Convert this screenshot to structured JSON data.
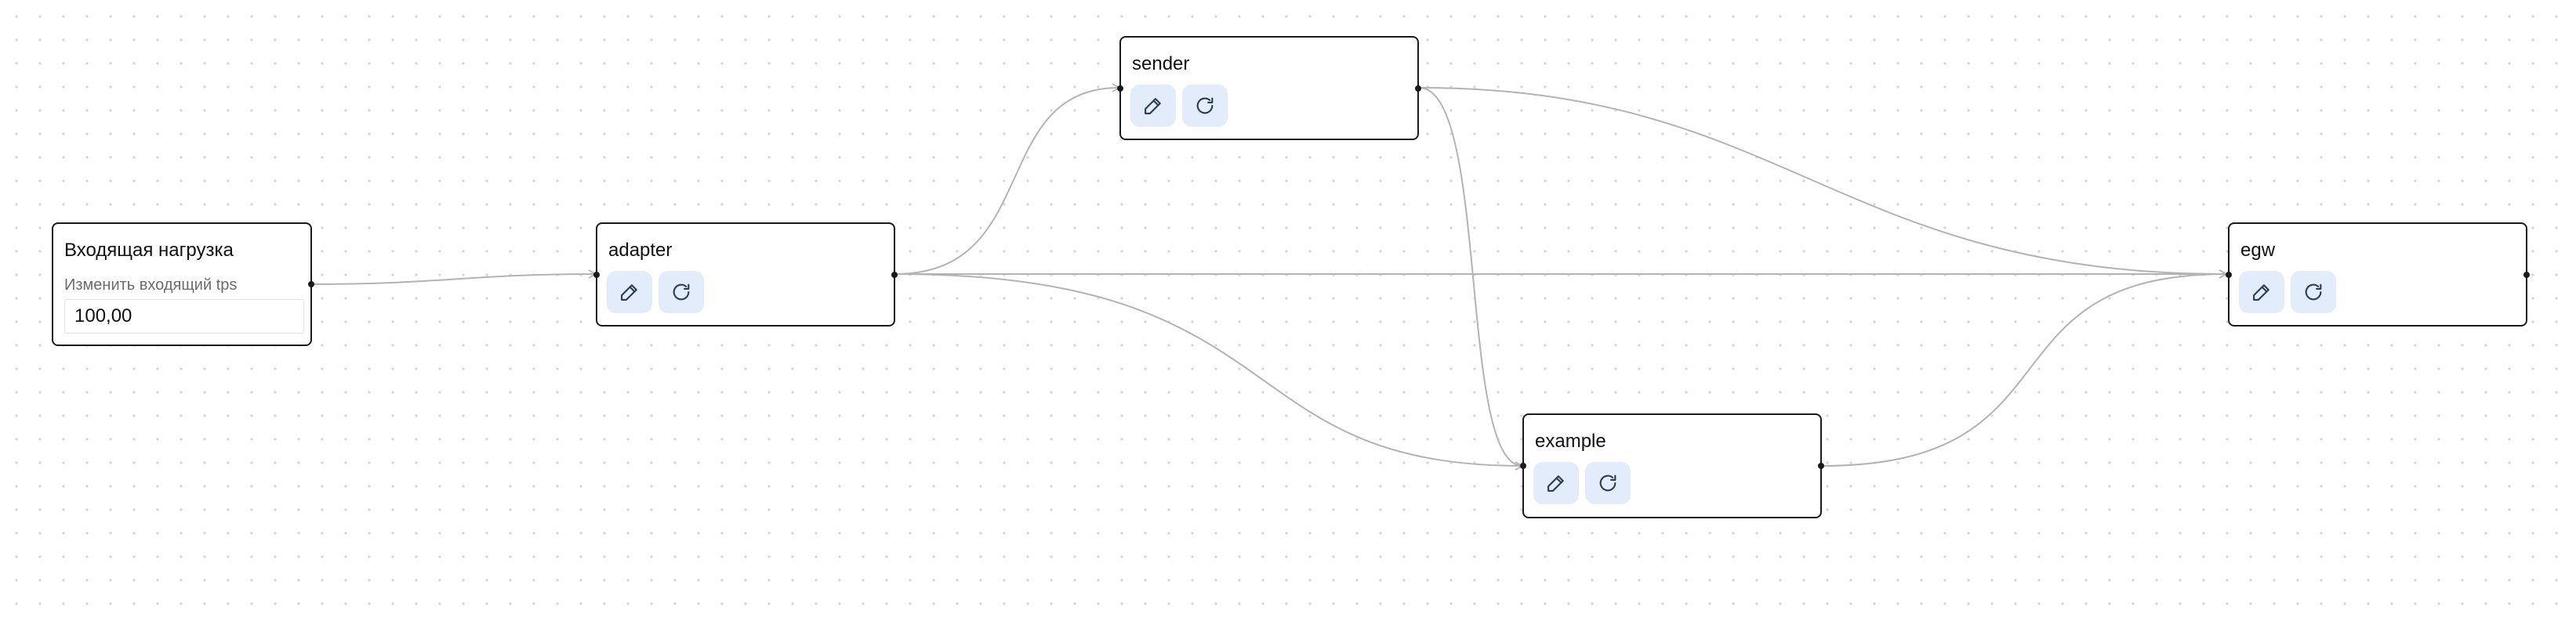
{
  "flow": {
    "load_node": {
      "title": "Входящая нагрузка",
      "input_label": "Изменить входящий tps",
      "tps_value": "100,00"
    },
    "nodes": {
      "adapter": {
        "title": "adapter"
      },
      "sender": {
        "title": "sender"
      },
      "example": {
        "title": "example"
      },
      "egw": {
        "title": "egw"
      }
    },
    "actions": {
      "edit_icon": "pencil-icon",
      "refresh_icon": "refresh-icon"
    },
    "edges": [
      {
        "from": "Входящая нагрузка",
        "to": "adapter"
      },
      {
        "from": "adapter",
        "to": "sender"
      },
      {
        "from": "adapter",
        "to": "egw"
      },
      {
        "from": "adapter",
        "to": "example"
      },
      {
        "from": "sender",
        "to": "egw"
      },
      {
        "from": "sender",
        "to": "example"
      },
      {
        "from": "example",
        "to": "egw"
      }
    ],
    "colors": {
      "edge": "#b3b3b3",
      "node_border": "#1a1a1a",
      "action_bg": "#e3ecfa",
      "action_icon": "#2b3a55"
    }
  }
}
